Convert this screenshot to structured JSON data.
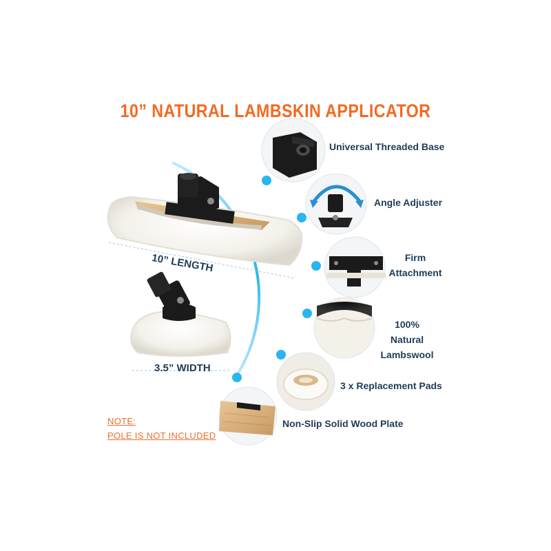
{
  "title": "10” NATURAL LAMBSKIN APPLICATOR",
  "dimensions": {
    "length_label": "10” LENGTH",
    "width_label": "3.5” WIDTH"
  },
  "features": [
    {
      "label": "Universal Threaded Base",
      "icon": "threaded-base-icon"
    },
    {
      "label": "Angle Adjuster",
      "icon": "angle-adjuster-icon"
    },
    {
      "label_line1": "Firm",
      "label_line2": "Attachment",
      "icon": "attachment-icon"
    },
    {
      "label_line1": "100% Natural",
      "label_line2": "Lambswool",
      "icon": "lambswool-icon"
    },
    {
      "label": "3 x Replacement Pads",
      "icon": "replacement-pad-icon"
    },
    {
      "label": "Non-Slip Solid Wood Plate",
      "icon": "wood-plate-icon"
    }
  ],
  "note": {
    "line1": "NOTE:",
    "line2": "POLE IS NOT INCLUDED"
  },
  "colors": {
    "accent": "#f26a21",
    "text": "#1f3b57",
    "arc": "#29b6f0"
  }
}
